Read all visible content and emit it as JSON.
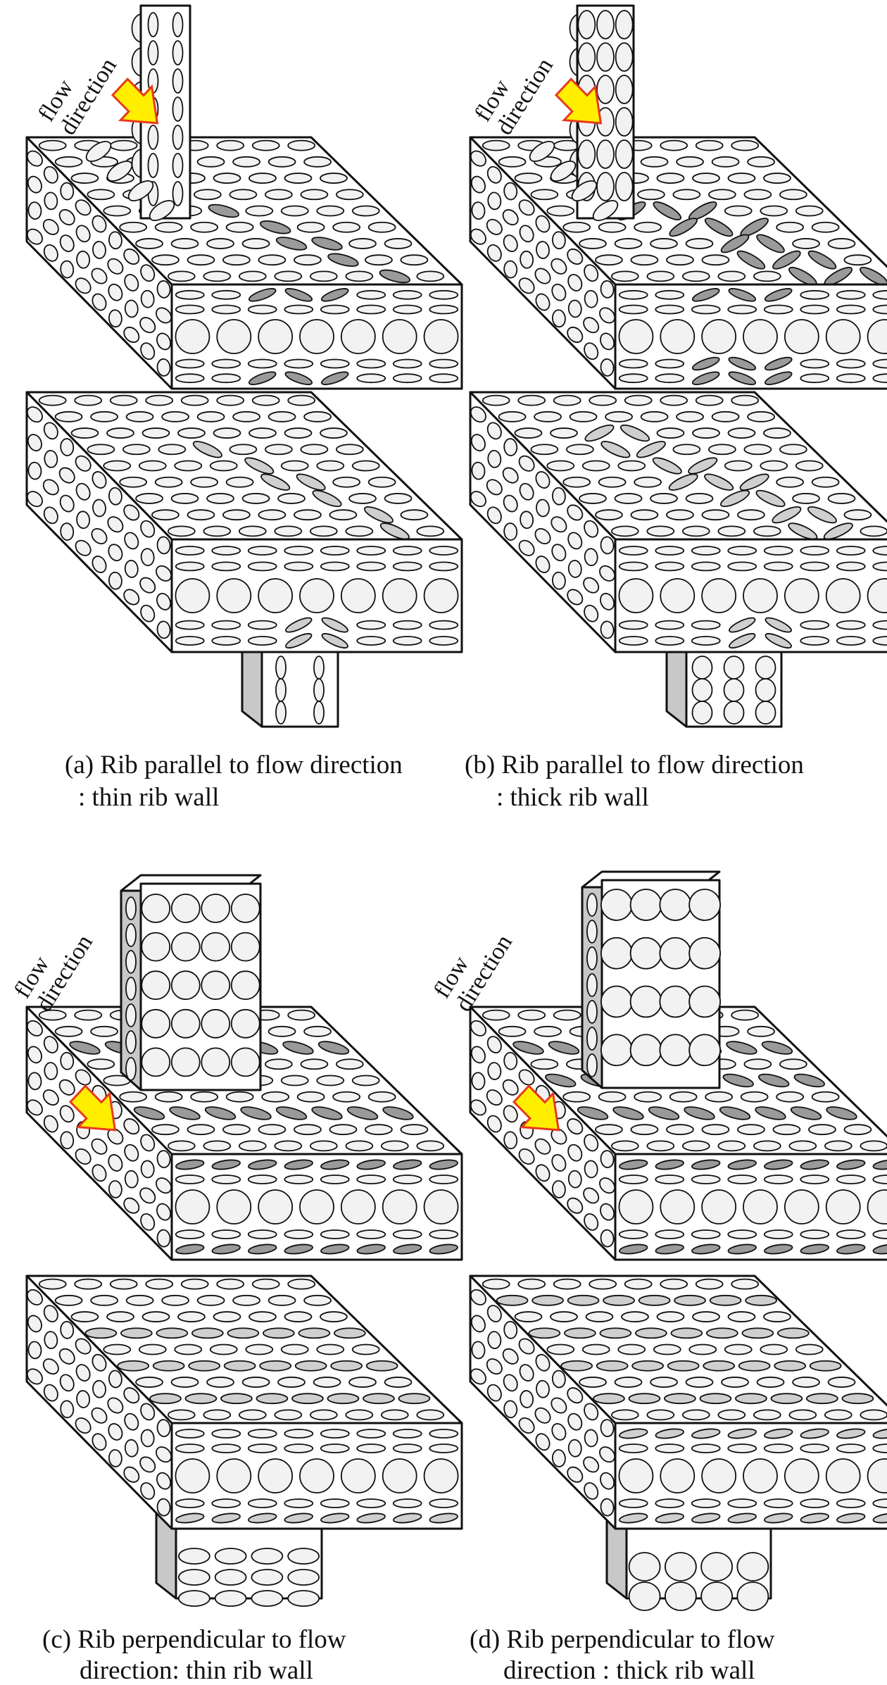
{
  "flow_label": {
    "line1": "flow",
    "line2": "direction"
  },
  "panels": [
    {
      "id": "a",
      "rib": "parallel",
      "wall": "thin",
      "caption_line1": "(a) Rib parallel to flow direction",
      "caption_line2": ": thin rib wall"
    },
    {
      "id": "b",
      "rib": "parallel",
      "wall": "thick",
      "caption_line1": "(b) Rib parallel to flow direction",
      "caption_line2": ": thick rib wall"
    },
    {
      "id": "c",
      "rib": "perpendicular",
      "wall": "thin",
      "caption_line1": "(c) Rib perpendicular to flow",
      "caption_line2": "direction: thin rib wall"
    },
    {
      "id": "d",
      "rib": "perpendicular",
      "wall": "thick",
      "caption_line1": "(d) Rib perpendicular to flow",
      "caption_line2": "direction : thick rib wall"
    }
  ],
  "colors": {
    "arrow_fill": "#ffee00",
    "arrow_stroke": "#e8391e",
    "oriented_fiber": "#9a9a9a",
    "light_fiber": "#cfcfcf",
    "rib_side": "#c8c8c8",
    "fiber": "#f2f2f2"
  },
  "icons": {
    "flow_arrow": "arrow-down-right-icon"
  }
}
